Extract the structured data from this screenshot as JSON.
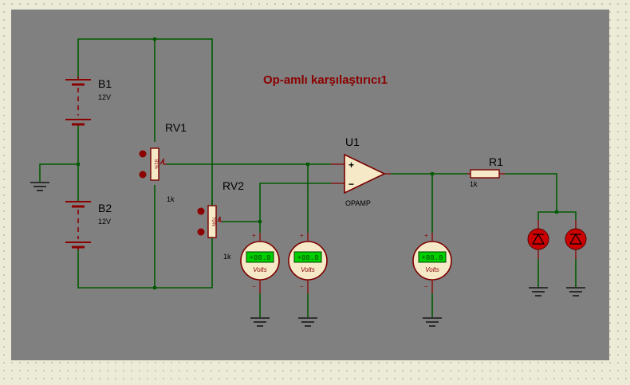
{
  "schematic": {
    "title": "Op-amlı karşılaştırıcı1",
    "components": {
      "b1": {
        "ref": "B1",
        "value": "12V"
      },
      "b2": {
        "ref": "B2",
        "value": "12V"
      },
      "rv1": {
        "ref": "RV1",
        "value": "1k",
        "setting": "81%"
      },
      "rv2": {
        "ref": "RV2",
        "value": "1k",
        "setting": "70%"
      },
      "u1": {
        "ref": "U1",
        "type": "OPAMP",
        "plus": "+",
        "minus": "−"
      },
      "r1": {
        "ref": "R1",
        "value": "1k"
      }
    },
    "voltmeters": [
      {
        "display": "+88.8",
        "unit": "Volts",
        "plus": "+",
        "minus": "−"
      },
      {
        "display": "+88.8",
        "unit": "Volts",
        "plus": "+",
        "minus": "−"
      },
      {
        "display": "+88.8",
        "unit": "Volts",
        "plus": "+",
        "minus": "−"
      }
    ]
  },
  "colors": {
    "background": "#ecebd8",
    "sheet": "#808080",
    "wire": "#005a00",
    "component": "#7a0000",
    "title": "#8b0000",
    "lcd": "#00d000",
    "led": "#cc0000"
  }
}
